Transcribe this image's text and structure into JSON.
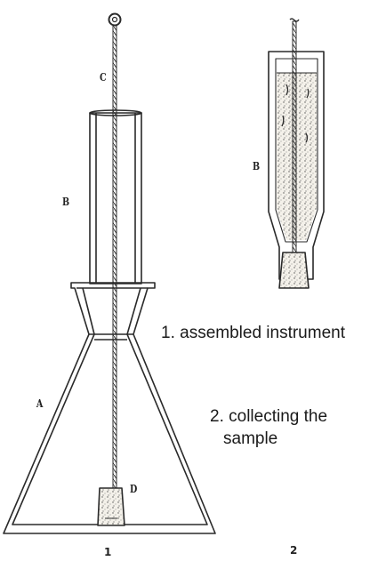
{
  "figure1": {
    "number": "1",
    "labels": {
      "a": "A",
      "b": "B",
      "c": "C",
      "d": "D"
    }
  },
  "figure2": {
    "number": "2",
    "labels": {
      "b": "B"
    }
  },
  "captions": {
    "assembled": "1. assembled instrument",
    "collecting_line1": "2. collecting the",
    "collecting_line2": "sample"
  }
}
